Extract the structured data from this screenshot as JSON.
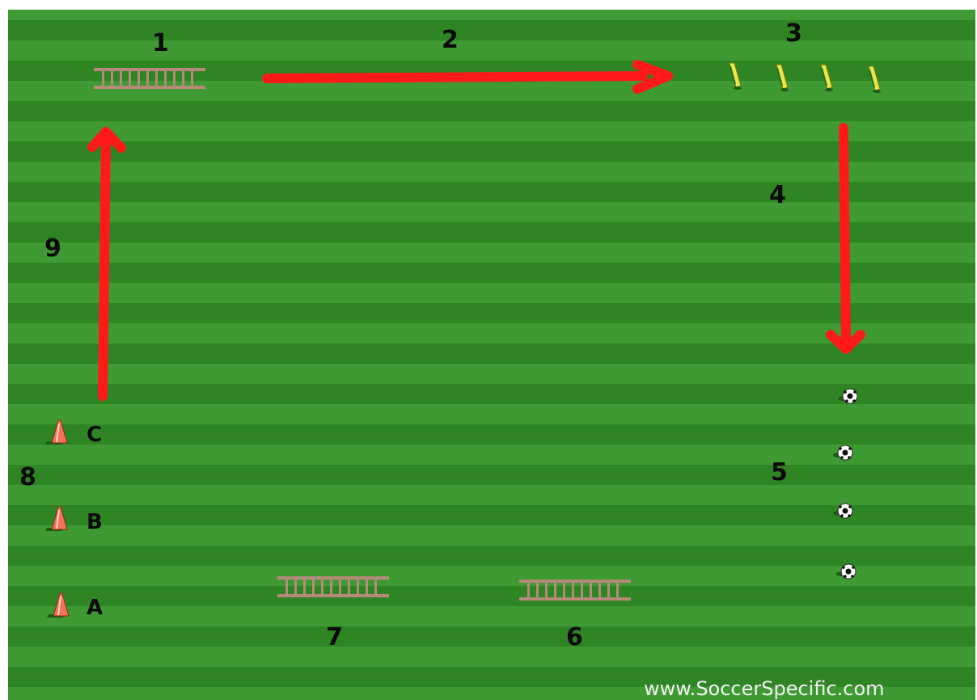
{
  "colors": {
    "field_stripe_light": "#3f9a33",
    "field_stripe_dark": "#2f8424",
    "arrow": "#ff1a1a",
    "ladder": "#b58a7a",
    "pole": "#e8e84a",
    "cone": "#f0735a"
  },
  "station_labels": {
    "s1": "1",
    "s2": "2",
    "s3": "3",
    "s4": "4",
    "s5": "5",
    "s6": "6",
    "s7": "7",
    "s8": "8",
    "s9": "9"
  },
  "cone_labels": {
    "c": "C",
    "b": "B",
    "a": "A"
  },
  "watermark": "www.SoccerSpecific.com",
  "icons": {
    "ladder": "agility-ladder-icon",
    "pole": "slalom-pole-icon",
    "ball": "soccer-ball-icon",
    "cone": "cone-icon"
  }
}
